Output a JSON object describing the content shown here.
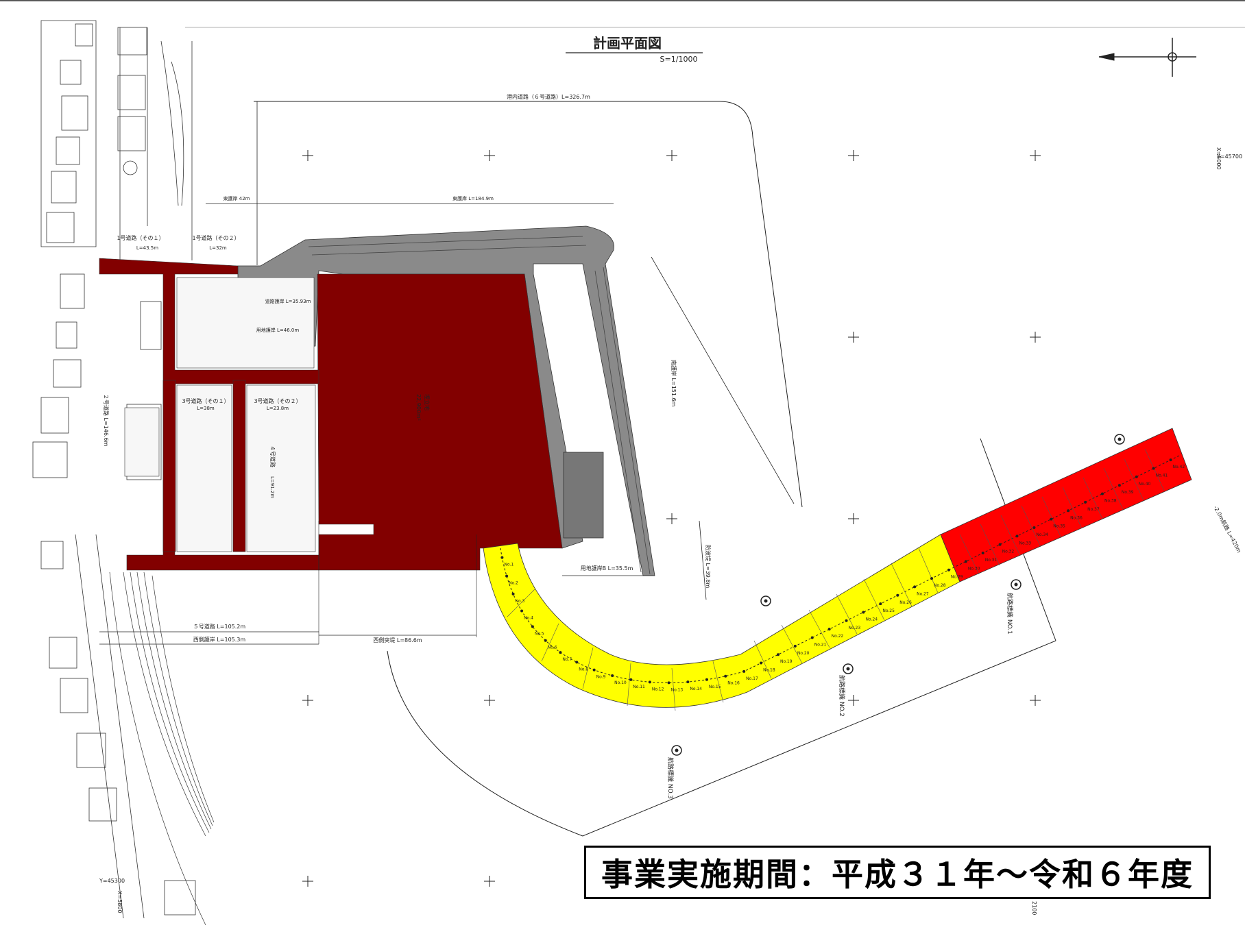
{
  "heading": {
    "title": "計画平面図",
    "scale": "S=1/1000"
  },
  "coordinates": {
    "x_top_right": "X=5000",
    "y_top_right": "Y=45700",
    "y_bottom_left": "Y=45300",
    "x_bottom_left": "X=5800",
    "x_bottom_right": "2100"
  },
  "dimensions": {
    "harbor_road": "港内道路（６号道路）L=326.7m",
    "east_seawall_42": "東護岸 42m",
    "east_seawall": "東護岸 L=184.9m",
    "road1_a": "1号道路（その１）",
    "road1_a_len": "L=43.5m",
    "road1_b": "1号道路（その２）",
    "road1_b_len": "L=32m",
    "road_seawall": "道路護岸 L=35.93m",
    "land_seawall_46": "用地護岸 L=46.0m",
    "road2": "２号道路 L=146.6m",
    "road3": "3号道路（その１）",
    "road3_len": "L=38m",
    "road3b": "3号道路（その２）",
    "road3b_len": "L=23.8m",
    "road4": "４号道路",
    "road4_len": "L=91.2m",
    "south_seawall": "南護岸 L=151.6m",
    "land_seawall_b": "用地護岸B L=35.5m",
    "breakwater": "防波堤 L=39.8m",
    "road5": "５号道路 L=105.2m",
    "west_seawall": "西側護岸 L=105.3m",
    "west_jetty": "西側突堤 L=86.6m",
    "channel": "-2.0m航路 L=420m",
    "reclaimed": "埋立地",
    "reclaimed_area": "22,900m²"
  },
  "buoys": [
    {
      "label": "航路標識 NO.1"
    },
    {
      "label": "航路標識 NO.2"
    },
    {
      "label": "航路標識 NO.3"
    }
  ],
  "stations": [
    "No.1",
    "No.2",
    "No.3",
    "No.4",
    "No.5",
    "No.6",
    "No.7",
    "No.8",
    "No.9",
    "No.10",
    "No.11",
    "No.12",
    "No.13",
    "No.14",
    "No.15",
    "No.16",
    "No.17",
    "No.18",
    "No.19",
    "No.20",
    "No.21",
    "No.22",
    "No.23",
    "No.24",
    "No.25",
    "No.26",
    "No.27",
    "No.28",
    "No.29",
    "No.30",
    "No.31",
    "No.32",
    "No.33",
    "No.34",
    "No.35",
    "No.36",
    "No.37",
    "No.38",
    "No.39",
    "No.40",
    "No.41",
    "No.42"
  ],
  "project_period": "事業実施期間：平成３１年～令和６年度",
  "colors": {
    "reclaimed": "#820000",
    "channel_yellow": "#ffff00",
    "channel_red": "#ff0000",
    "seawall_gray": "#888888",
    "line": "#222222"
  }
}
